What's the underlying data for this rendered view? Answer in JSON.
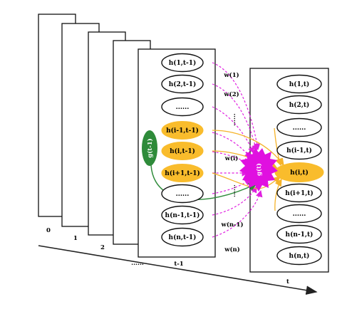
{
  "layers": {
    "back": [
      "0",
      "1",
      "2",
      "......"
    ],
    "prev": "t-1",
    "curr": "t"
  },
  "prev_nodes": [
    "h(1,t-1)",
    "h(2,t-1)",
    "......",
    "h(i-1,t-1)",
    "h(i,t-1)",
    "h(i+1,t-1)",
    "......",
    "h(n-1,t-1)",
    "h(n,t-1)"
  ],
  "curr_nodes": [
    "h(1,t)",
    "h(2,t)",
    "......",
    "h(i-1,t)",
    "h(i,t)",
    "h(i+1,t)",
    "......",
    "h(n-1,t)",
    "h(n,t)"
  ],
  "gate_prev": "g(t-1)",
  "gate_curr": "g(t)",
  "weights": [
    "w(1)",
    "w(2)",
    "......",
    "w(i)",
    "......",
    "w(n-1)",
    "w(n)"
  ],
  "colors": {
    "highlight": "#F9BC2C",
    "gate_prev": "#2E8B3A",
    "gate_curr": "#E010E0",
    "dashed": "#E020E0",
    "orange_arrow": "#F5B32A",
    "green_arrow": "#2E8B3A"
  }
}
